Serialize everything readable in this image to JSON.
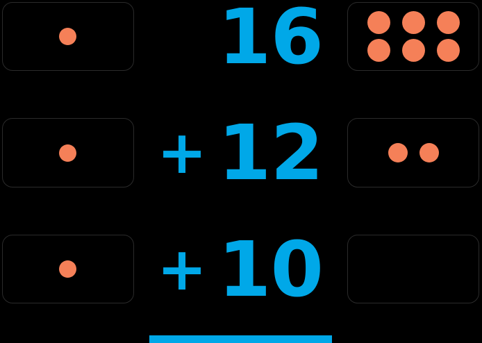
{
  "app": {
    "background_color": "#000000",
    "dot_color": "#f58058",
    "accent_color": "#00a8e8",
    "panel_border_color": "#2b2b2b"
  },
  "problem": {
    "type": "dot-panel-addition",
    "rows": [
      {
        "left_panel": {
          "dot_count": 1,
          "layout": "1"
        },
        "operator": "",
        "number": "16",
        "right_panel": {
          "dot_count": 6,
          "layout": "3x2"
        }
      },
      {
        "left_panel": {
          "dot_count": 1,
          "layout": "1"
        },
        "operator": "+",
        "number": "12",
        "right_panel": {
          "dot_count": 2,
          "layout": "2x1"
        }
      },
      {
        "left_panel": {
          "dot_count": 1,
          "layout": "1"
        },
        "operator": "+",
        "number": "10",
        "right_panel": {
          "dot_count": 0,
          "layout": "empty"
        }
      }
    ]
  },
  "answer_bar": {
    "color": "#00a8e8",
    "visible": true
  }
}
